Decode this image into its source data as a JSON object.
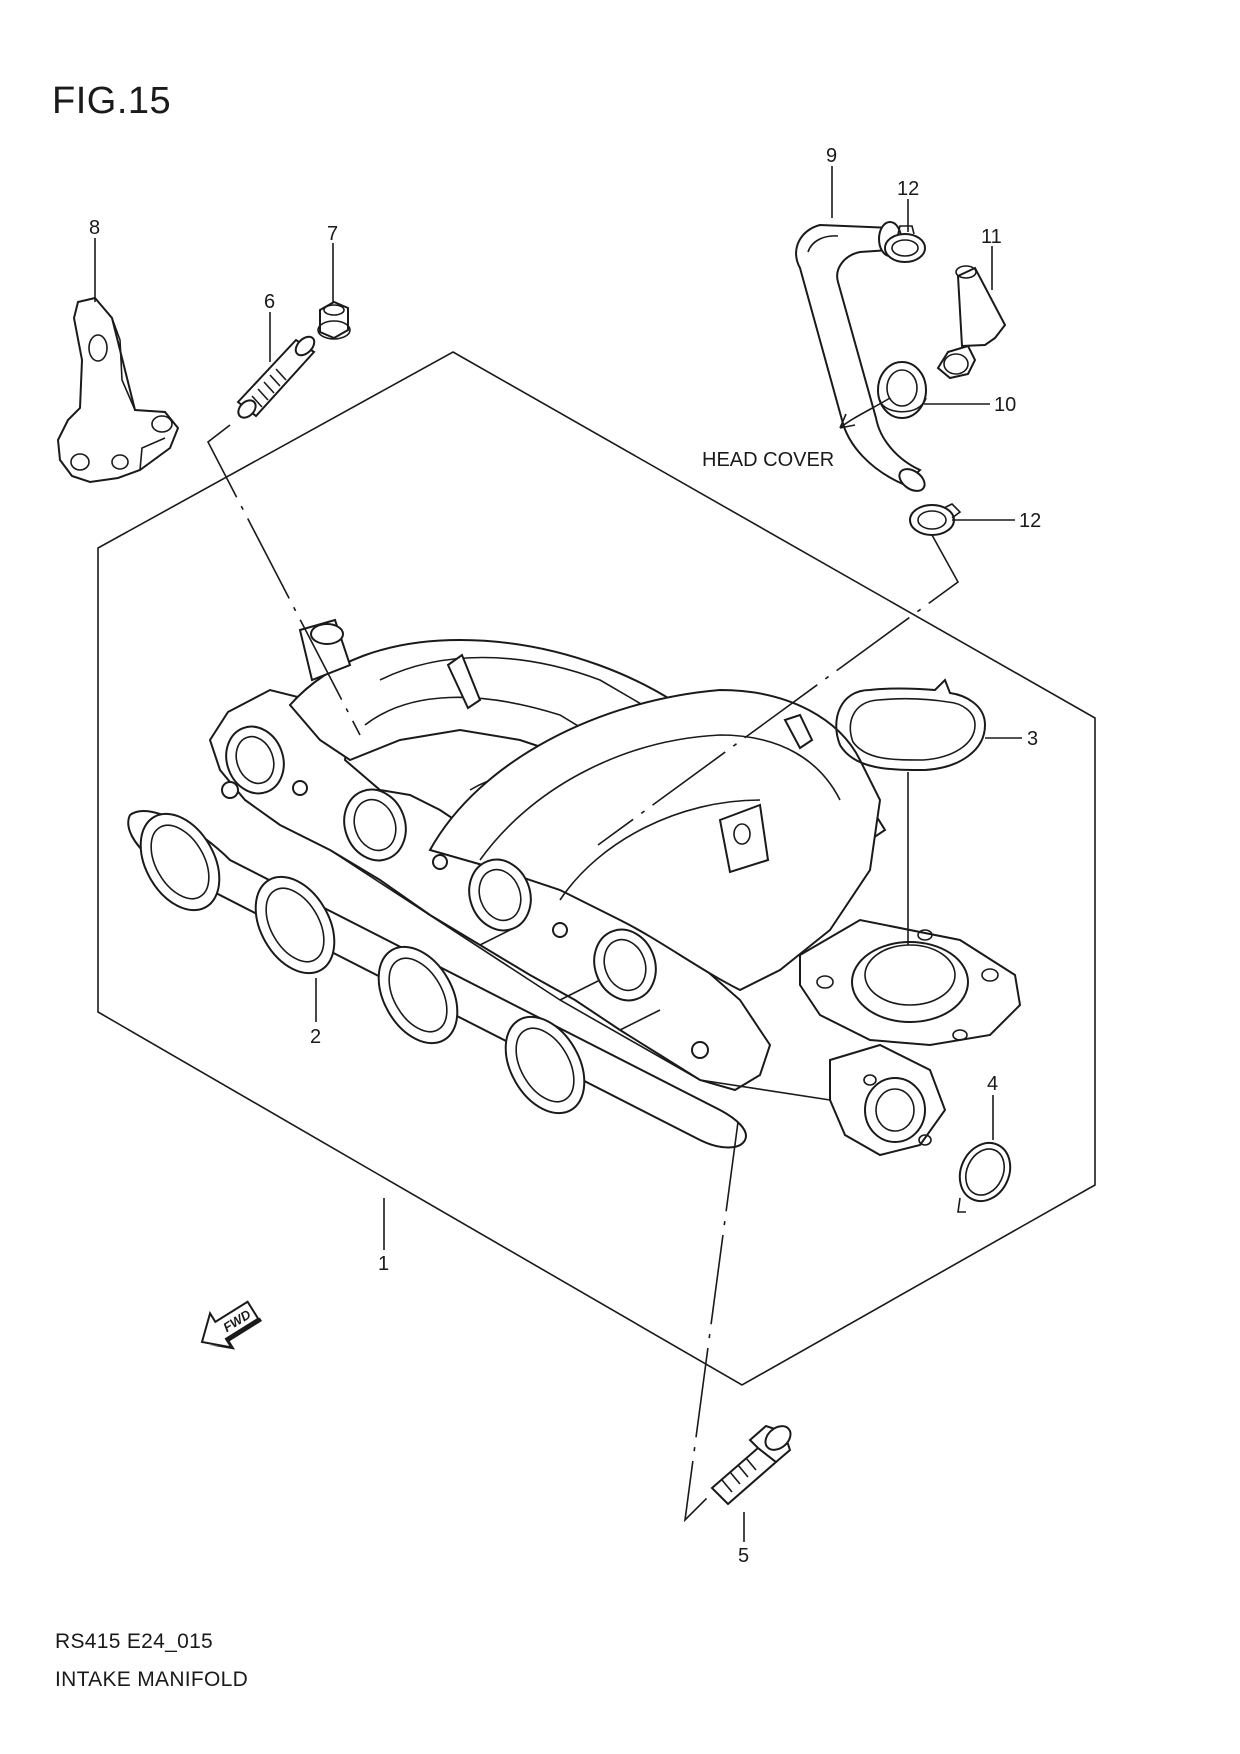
{
  "figure": {
    "title": "FIG.15",
    "model_code": "RS415 E24_015",
    "name": "INTAKE MANIFOLD"
  },
  "note": {
    "head_cover": "HEAD COVER"
  },
  "callouts": [
    {
      "id": "1",
      "part": "intake-manifold"
    },
    {
      "id": "2",
      "part": "manifold-gasket"
    },
    {
      "id": "3",
      "part": "throttle-body-gasket"
    },
    {
      "id": "4",
      "part": "o-ring"
    },
    {
      "id": "5",
      "part": "bolt"
    },
    {
      "id": "6",
      "part": "stud"
    },
    {
      "id": "7",
      "part": "nut"
    },
    {
      "id": "8",
      "part": "bracket"
    },
    {
      "id": "9",
      "part": "pcv-hose"
    },
    {
      "id": "10",
      "part": "grommet"
    },
    {
      "id": "11",
      "part": "pcv-valve"
    },
    {
      "id": "12a",
      "label": "12",
      "part": "hose-clamp-upper"
    },
    {
      "id": "12b",
      "label": "12",
      "part": "hose-clamp-lower"
    }
  ],
  "fwd_arrow": {
    "label": "FWD"
  },
  "colors": {
    "line": "#1a1a1a",
    "background": "#ffffff"
  }
}
